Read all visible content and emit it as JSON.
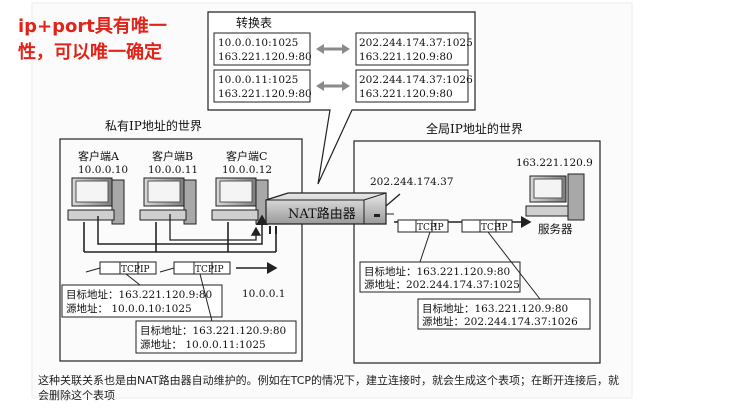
{
  "note": {
    "line1": "ip+port具有唯一",
    "line2": "性，可以唯一确定"
  },
  "table": {
    "title": "转换表",
    "entries": [
      {
        "inside_a": "10.0.0.10:1025",
        "inside_b": "163.221.120.9:80",
        "outside_a": "202.244.174.37:1025",
        "outside_b": "163.221.120.9:80"
      },
      {
        "inside_a": "10.0.0.11:1025",
        "inside_b": "163.221.120.9:80",
        "outside_a": "202.244.174.37:1026",
        "outside_b": "163.221.120.9:80"
      }
    ]
  },
  "private_world": {
    "title": "私有IP地址的世界",
    "clients": [
      {
        "name": "客户端A",
        "ip": "10.0.0.10"
      },
      {
        "name": "客户端B",
        "ip": "10.0.0.11"
      },
      {
        "name": "客户端C",
        "ip": "10.0.0.12"
      }
    ],
    "router_inner_ip": "10.0.0.1",
    "packet1": {
      "dst": "目标地址：163.221.120.9:80",
      "src": "源地址：  10.0.0.10:1025"
    },
    "packet2": {
      "dst": "目标地址：163.221.120.9:80",
      "src": "源地址：  10.0.0.11:1025"
    }
  },
  "router": {
    "label": "NAT路由器",
    "outer_ip": "202.244.174.37"
  },
  "global_world": {
    "title": "全局IP地址的世界",
    "server_ip": "163.221.120.9",
    "server_label": "服务器",
    "packet1": {
      "dst": "目标地址：163.221.120.9:80",
      "src": "源地址：202.244.174.37:1025"
    },
    "packet2": {
      "dst": "目标地址：163.221.120.9:80",
      "src": "源地址：202.244.174.37:1026"
    }
  },
  "packet_tag": {
    "tcp": "TCP",
    "ip": "IP"
  },
  "caption": {
    "line1": "这种关联关系也是由NAT路由器自动维护的。例如在TCP的情况下，建立连接时，就会生成这个表项；在断开连接后，就",
    "line2": "会删除这个表项"
  },
  "colors": {
    "note_red": "#e2231a",
    "line": "#222222",
    "arrow_gray": "#8a8a8a",
    "panel": "#ffffff"
  },
  "icons": [
    "computer-icon",
    "server-icon",
    "router-icon",
    "packet-icon",
    "double-arrow-icon"
  ]
}
